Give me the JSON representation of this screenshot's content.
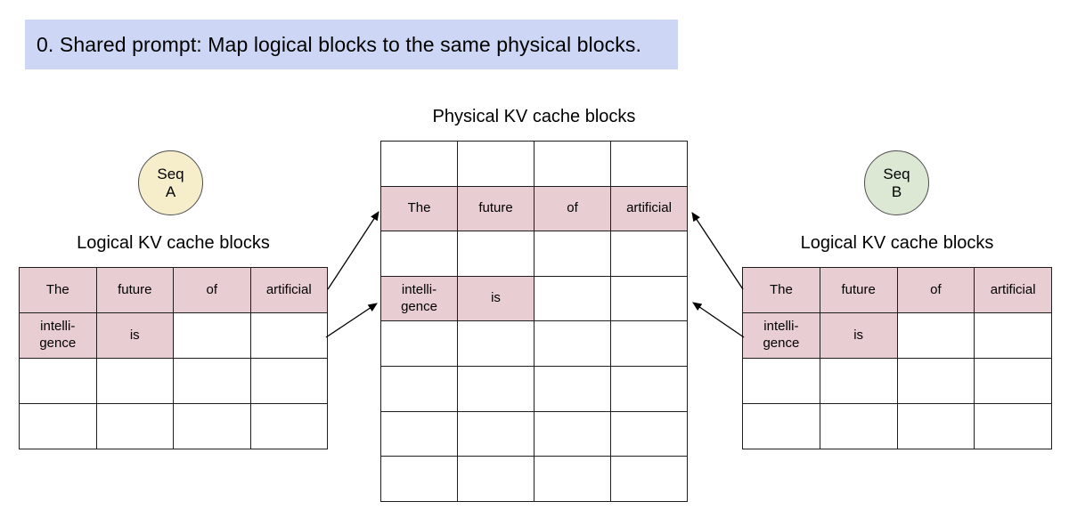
{
  "colors": {
    "banner_bg": "#cdd7f5",
    "cell_highlight": "#e8cdd2",
    "seq_a_fill": "#f6eecb",
    "seq_b_fill": "#dce8d4",
    "line": "#1e1e1e"
  },
  "banner": {
    "text": "0. Shared prompt: Map logical blocks to the same physical blocks."
  },
  "physical": {
    "title": "Physical KV cache blocks",
    "grid": [
      [
        {
          "t": "",
          "f": false
        },
        {
          "t": "",
          "f": false
        },
        {
          "t": "",
          "f": false
        },
        {
          "t": "",
          "f": false
        }
      ],
      [
        {
          "t": "The",
          "f": true
        },
        {
          "t": "future",
          "f": true
        },
        {
          "t": "of",
          "f": true
        },
        {
          "t": "artificial",
          "f": true
        }
      ],
      [
        {
          "t": "",
          "f": false
        },
        {
          "t": "",
          "f": false
        },
        {
          "t": "",
          "f": false
        },
        {
          "t": "",
          "f": false
        }
      ],
      [
        {
          "t": "intelli-\ngence",
          "f": true
        },
        {
          "t": "is",
          "f": true
        },
        {
          "t": "",
          "f": false
        },
        {
          "t": "",
          "f": false
        }
      ],
      [
        {
          "t": "",
          "f": false
        },
        {
          "t": "",
          "f": false
        },
        {
          "t": "",
          "f": false
        },
        {
          "t": "",
          "f": false
        }
      ],
      [
        {
          "t": "",
          "f": false
        },
        {
          "t": "",
          "f": false
        },
        {
          "t": "",
          "f": false
        },
        {
          "t": "",
          "f": false
        }
      ],
      [
        {
          "t": "",
          "f": false
        },
        {
          "t": "",
          "f": false
        },
        {
          "t": "",
          "f": false
        },
        {
          "t": "",
          "f": false
        }
      ],
      [
        {
          "t": "",
          "f": false
        },
        {
          "t": "",
          "f": false
        },
        {
          "t": "",
          "f": false
        },
        {
          "t": "",
          "f": false
        }
      ]
    ]
  },
  "seq_a": {
    "lines": [
      "Seq",
      "A"
    ],
    "table_title": "Logical KV cache blocks",
    "grid": [
      [
        {
          "t": "The",
          "f": true
        },
        {
          "t": "future",
          "f": true
        },
        {
          "t": "of",
          "f": true
        },
        {
          "t": "artificial",
          "f": true
        }
      ],
      [
        {
          "t": "intelli-\ngence",
          "f": true
        },
        {
          "t": "is",
          "f": true
        },
        {
          "t": "",
          "f": false
        },
        {
          "t": "",
          "f": false
        }
      ],
      [
        {
          "t": "",
          "f": false
        },
        {
          "t": "",
          "f": false
        },
        {
          "t": "",
          "f": false
        },
        {
          "t": "",
          "f": false
        }
      ],
      [
        {
          "t": "",
          "f": false
        },
        {
          "t": "",
          "f": false
        },
        {
          "t": "",
          "f": false
        },
        {
          "t": "",
          "f": false
        }
      ]
    ]
  },
  "seq_b": {
    "lines": [
      "Seq",
      "B"
    ],
    "table_title": "Logical KV cache blocks",
    "grid": [
      [
        {
          "t": "The",
          "f": true
        },
        {
          "t": "future",
          "f": true
        },
        {
          "t": "of",
          "f": true
        },
        {
          "t": "artificial",
          "f": true
        }
      ],
      [
        {
          "t": "intelli-\ngence",
          "f": true
        },
        {
          "t": "is",
          "f": true
        },
        {
          "t": "",
          "f": false
        },
        {
          "t": "",
          "f": false
        }
      ],
      [
        {
          "t": "",
          "f": false
        },
        {
          "t": "",
          "f": false
        },
        {
          "t": "",
          "f": false
        },
        {
          "t": "",
          "f": false
        }
      ],
      [
        {
          "t": "",
          "f": false
        },
        {
          "t": "",
          "f": false
        },
        {
          "t": "",
          "f": false
        },
        {
          "t": "",
          "f": false
        }
      ]
    ]
  }
}
